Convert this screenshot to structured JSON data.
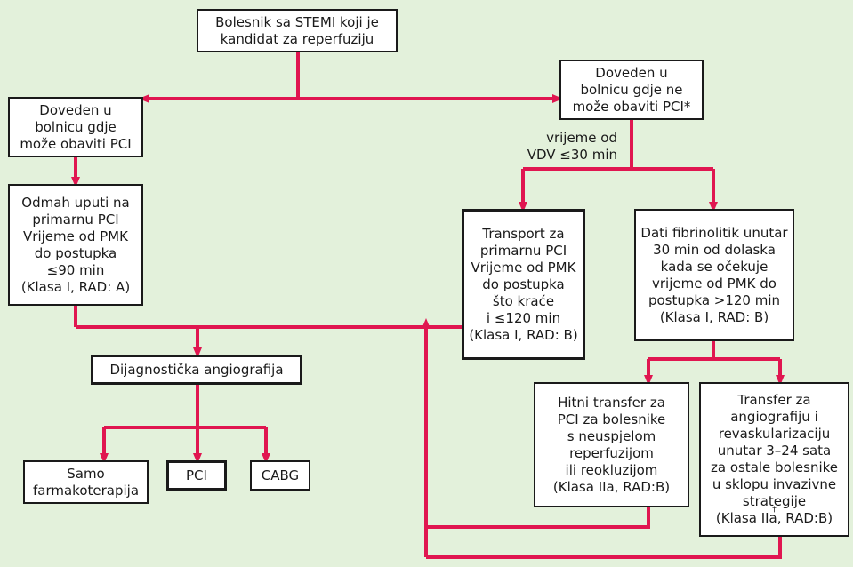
{
  "colors": {
    "background": "#e3f1db",
    "connector": "#e01650",
    "box_border": "#1a1a1a",
    "box_fill": "#ffffff"
  },
  "nodes": {
    "start": "Bolesnik sa STEMI koji je\nkandidat za reperfuziju",
    "pci_capable": "Doveden u\nbolnicu gdje\nmože obaviti PCI",
    "non_pci": "Doveden u\nbolnicu gdje ne\nmože obaviti PCI*",
    "immediate_pci": "Odmah uputi na\nprimarnu PCI\nVrijeme od PMK\ndo postupka\n≤90 min\n(Klasa I, RAD: A)",
    "transport_pci": "Transport za\nprimarnu PCI\nVrijeme od PMK\ndo postupka\nšto kraće\ni ≤120 min\n(Klasa I, RAD: B)",
    "fibrinolytic": "Dati fibrinolitik unutar\n30 min od dolaska\nkada se očekuje\nvrijeme od PMK do\npostupka >120 min\n(Klasa I, RAD: B)",
    "angiography": "Dijagnostička angiografija",
    "urgent_transfer": "Hitni transfer za\nPCI za bolesnike\ns neuspjelom\nreperfuzijom\nili reokluzijom\n(Klasa IIa, RAD:B)",
    "transfer_text": "Transfer za\nangiografiju i\nrevaskularizaciju\nunutar 3–24 sata\nza ostale bolesnike\nu sklopu invazivne\nstrategije",
    "transfer_mark": "†",
    "transfer_class": "(Klasa IIa, RAD:B)",
    "pharmaco": "Samo\nfarmakoterapija",
    "pci": "PCI",
    "cabg": "CABG"
  },
  "annotations": {
    "door_time": "vrijeme od\nVDV ≤30 min"
  }
}
